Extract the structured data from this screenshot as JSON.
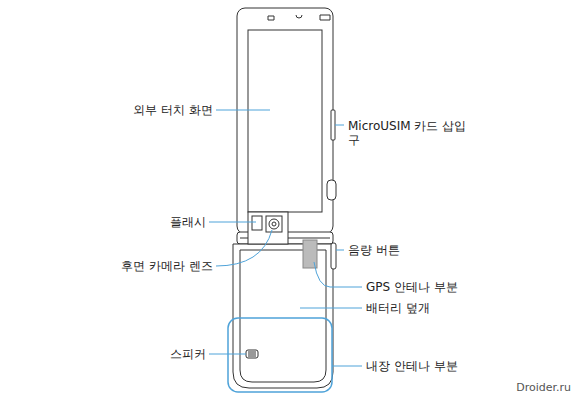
{
  "diagram": {
    "labels": [
      "외부 터치 화면",
      "MicroUSIM 카드 삽입구",
      "플래시",
      "음량 버튼",
      "후면 카메라 렌즈",
      "GPS 안테나 부분",
      "배터리 덮개",
      "스피커",
      "내장 안테나 부분",
      "Droider.ru"
    ]
  }
}
